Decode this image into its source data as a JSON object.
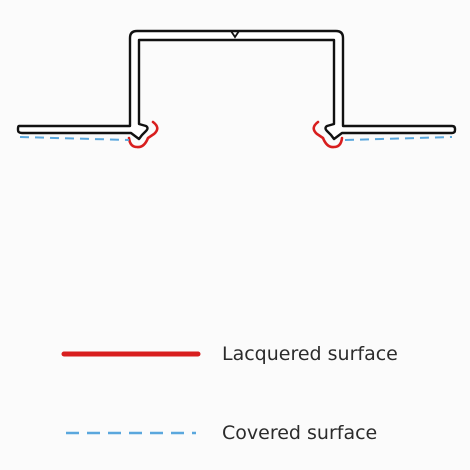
{
  "legend": {
    "lacquered": {
      "label": "Lacquered surface",
      "color": "#d81e1e",
      "style": "solid"
    },
    "covered": {
      "label": "Covered surface",
      "color": "#5aa7dd",
      "style": "dashed"
    }
  },
  "profile": {
    "outline_color": "#111111",
    "fill_color": "#ffffff"
  }
}
